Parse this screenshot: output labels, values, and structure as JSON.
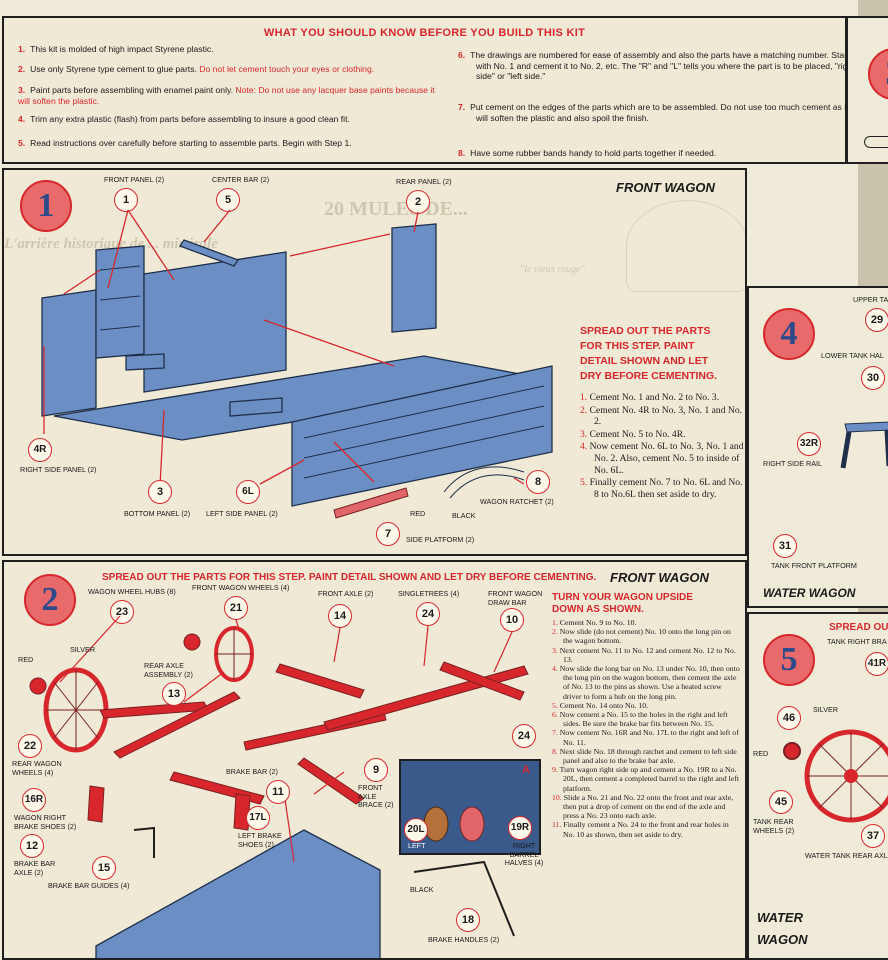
{
  "header": {
    "title": "WHAT YOU SHOULD KNOW BEFORE YOU BUILD THIS KIT",
    "left": [
      {
        "n": "1.",
        "t": "This kit is molded of high impact Styrene plastic.",
        "r": ""
      },
      {
        "n": "2.",
        "t": "Use only Styrene type cement to glue parts. ",
        "r": "Do not let cement touch your eyes or clothing."
      },
      {
        "n": "3.",
        "t": "Paint parts before assembling with enamel paint only. ",
        "r": "Note: Do not use any lacquer base paints because it will soften the plastic."
      },
      {
        "n": "4.",
        "t": "Trim any extra plastic (flash) from parts before assembling to insure a good clean fit.",
        "r": ""
      },
      {
        "n": "5.",
        "t": "Read instructions over carefully before starting to assemble parts. Begin with Step 1.",
        "r": ""
      }
    ],
    "right": [
      {
        "n": "6.",
        "t": "The drawings are numbered for ease of assembly and also the parts have a matching number. Start with No. 1 and cement it to No. 2, etc. The \"R\" and \"L\" tells you where the part is to be placed, \"right side\" or \"left side.\""
      },
      {
        "n": "7.",
        "t": "Put cement on the edges of the parts which are to be assembled. Do not use too much cement as it will soften the plastic and also spoil the finish."
      },
      {
        "n": "8.",
        "t": "Have some rubber bands handy to hold parts together if needed."
      }
    ]
  },
  "step1": {
    "number": "1",
    "title": "FRONT WAGON",
    "spread": "SPREAD OUT THE PARTS FOR THIS STEP. PAINT DETAIL SHOWN AND LET DRY BEFORE CEMENTING.",
    "instructions": [
      {
        "n": "1.",
        "t": "Cement No. 1 and No. 2 to No. 3."
      },
      {
        "n": "2.",
        "t": "Cement No. 4R to No. 3, No. 1 and No. 2."
      },
      {
        "n": "3.",
        "t": "Cement No. 5 to No. 4R."
      },
      {
        "n": "4.",
        "t": "Now cement No. 6L to No. 3, No. 1 and No. 2. Also, cement No. 5 to inside of No. 6L."
      },
      {
        "n": "5.",
        "t": "Finally cement No. 7 to No. 6L and No. 8 to No.6L then set aside to dry."
      }
    ],
    "parts": {
      "p1": "1",
      "p1l": "FRONT PANEL (2)",
      "p5": "5",
      "p5l": "CENTER BAR (2)",
      "p2": "2",
      "p2l": "REAR PANEL (2)",
      "p4": "4R",
      "p4l": "RIGHT SIDE PANEL (2)",
      "p3": "3",
      "p3l": "BOTTOM PANEL (2)",
      "p6": "6L",
      "p6l": "LEFT SIDE PANEL (2)",
      "p7": "7",
      "p7l": "SIDE PLATFORM (2)",
      "p8": "8",
      "p8l": "WAGON RATCHET (2)",
      "red": "RED",
      "black": "BLACK"
    },
    "bg1": "20 MULES DE...",
    "bg2": "L'arrière historique de ... minérale",
    "bg3": "\"le vieux rouge\""
  },
  "step2": {
    "number": "2",
    "title": "FRONT WAGON",
    "spread": "SPREAD OUT THE PARTS FOR THIS STEP. PAINT DETAIL SHOWN AND LET DRY BEFORE CEMENTING.",
    "turn": "TURN YOUR WAGON UPSIDE DOWN AS SHOWN.",
    "instructions": [
      {
        "n": "1.",
        "t": "Cement No. 9 to No. 10."
      },
      {
        "n": "2.",
        "t": "Now slide (do not cement) No. 10 onto the long pin on the wagon bottom."
      },
      {
        "n": "3.",
        "t": "Next cement No. 11 to No. 12 and cement No. 12 to No. 13."
      },
      {
        "n": "4.",
        "t": "Now slide the long bar on No. 13 under No. 10, then onto the long pin on the wagon bottom, then cement the axle of No. 13 to the pins as shown. Use a heated screw driver to form a hub on the long pin."
      },
      {
        "n": "5.",
        "t": "Cement No. 14 onto No. 10."
      },
      {
        "n": "6.",
        "t": "Now cement a No. 15 to the holes in the right and left sides. Be sure the brake bar fits between No. 15."
      },
      {
        "n": "7.",
        "t": "Now cement No. 16R and No. 17L to the right and left of No. 11."
      },
      {
        "n": "8.",
        "t": "Next slide No. 18 through ratchet and cement to left side panel and also to the brake bar axle."
      },
      {
        "n": "9.",
        "t": "Turn wagon right side up and cement a No. 19R to a No. 20L, then cement a completed barrel to the right and left platform."
      },
      {
        "n": "10.",
        "t": "Slide a No. 21 and No. 22 onto the front and rear axle, then put a drop of cement on the end of the axle and press a No. 23 onto each axle."
      },
      {
        "n": "11.",
        "t": "Finally cement a No. 24 to the front and rear holes in No. 10 as shown, then set aside to dry."
      }
    ],
    "parts": {
      "p23": "23",
      "p23l": "WAGON WHEEL HUBS (8)",
      "p21": "21",
      "p21l": "FRONT WAGON WHEELS (4)",
      "p14": "14",
      "p14l": "FRONT AXLE (2)",
      "p24a": "24",
      "p24l": "SINGLETREES (4)",
      "p10": "10",
      "p10l": "FRONT WAGON DRAW BAR",
      "p13": "13",
      "p13l": "REAR AXLE ASSEMBLY (2)",
      "p22": "22",
      "p22l": "REAR WAGON WHEELS (4)",
      "p16": "16R",
      "p16l": "WAGON RIGHT BRAKE SHOES (2)",
      "p12": "12",
      "p12l": "BRAKE BAR AXLE (2)",
      "p15": "15",
      "p15l": "BRAKE BAR GUIDES (4)",
      "p11": "11",
      "p11l": "BRAKE BAR (2)",
      "p17": "17L",
      "p17l": "LEFT BRAKE SHOES (2)",
      "p9": "9",
      "p9l": "FRONT AXLE BRACE (2)",
      "p24b": "24",
      "p18": "18",
      "p18l": "BRAKE HANDLES (2)",
      "p19": "19R",
      "p19l": "RIGHT BARREL HALVES (4)",
      "p20": "20L",
      "p20l": "LEFT",
      "inset": "A",
      "red": "RED",
      "silver": "SILVER",
      "black": "BLACK"
    }
  },
  "step4": {
    "number": "4",
    "p29": "29",
    "p29l": "UPPER TA",
    "p30": "30",
    "p30l": "LOWER TANK HAL",
    "p32": "32R",
    "p32l": "RIGHT SIDE RAIL",
    "p31": "31",
    "p31l": "TANK FRONT PLATFORM",
    "title": "WATER WAGON"
  },
  "step5": {
    "number": "5",
    "spread": "SPREAD OU",
    "tankbar": "TANK RIGHT BRA",
    "p41": "41R",
    "p46": "46",
    "silver": "SILVER",
    "red": "RED",
    "p45": "45",
    "p45l": "TANK REAR WHEELS (2)",
    "p37": "37",
    "p37l": "WATER TANK REAR AXL",
    "title1": "WATER",
    "title2": "WAGON"
  },
  "step3": {
    "number": "3"
  }
}
